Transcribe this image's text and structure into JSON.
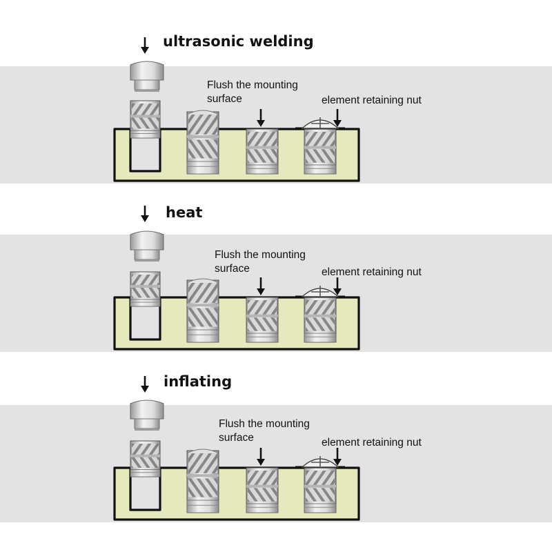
{
  "sections": [
    {
      "title": "ultrasonic welding",
      "flush_line1": "Flush the mounting",
      "flush_line2": "surface",
      "nut_label": "element retaining nut"
    },
    {
      "title": "heat",
      "flush_line1": "Flush the mounting",
      "flush_line2": "surface",
      "nut_label": "element retaining nut"
    },
    {
      "title": "inflating",
      "flush_line1": "Flush the mounting",
      "flush_line2": "surface",
      "nut_label": "element retaining nut"
    }
  ],
  "colors": {
    "band": "#e3e3e3",
    "plate": "#e6e8bd",
    "outline": "#111111",
    "metal_light": "#f2f2f2",
    "metal_dark": "#9a9a9a"
  },
  "icons": [
    "down-arrow-icon",
    "welding-tool-icon",
    "threaded-insert-icon",
    "screw-head-icon"
  ]
}
